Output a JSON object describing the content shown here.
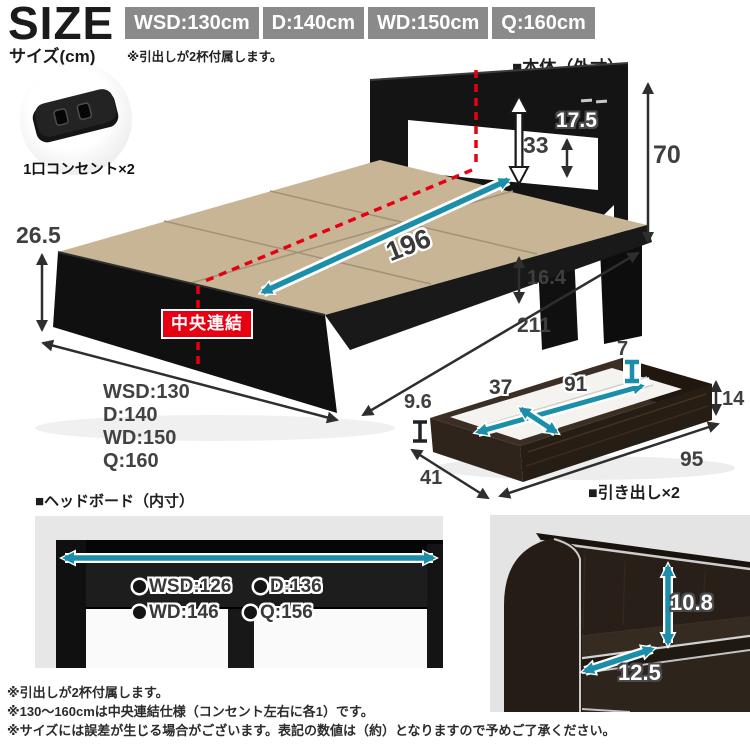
{
  "header": {
    "title": "SIZE",
    "subtitle": "サイズ(cm)",
    "badges": [
      "WSD:130cm",
      "D:140cm",
      "WD:150cm",
      "Q:160cm"
    ],
    "note": "※引出しが2杯付属します。"
  },
  "outlet": {
    "label": "1口コンセント×2"
  },
  "bed": {
    "section_label": "■本体（外寸）",
    "center_join": "中央連結",
    "dims": {
      "total_height": "70",
      "headboard_thickness": "17.5",
      "shelf_clearance": "33",
      "base_height": "26.5",
      "inner_length": "196",
      "under_clearance": "16.4",
      "outer_length": "211"
    },
    "width_options": [
      "WSD:130",
      "D:140",
      "WD:150",
      "Q:160"
    ]
  },
  "drawer": {
    "section_label": "■引き出し×2",
    "dims": {
      "rim_depth": "7",
      "inner_width": "37",
      "inner_length": "91",
      "front_lip": "9.6",
      "height": "14",
      "width": "41",
      "length": "95"
    }
  },
  "headboard": {
    "section_label": "■ヘッドボード（内寸）",
    "inner_widths": [
      "WSD:126",
      "D:136",
      "WD:146",
      "Q:156"
    ]
  },
  "shelf": {
    "dims": {
      "height": "10.8",
      "depth": "12.5"
    }
  },
  "footnotes": [
    "※引出しが2杯付属します。",
    "※130～160cmは中央連結仕様（コンセント左右に各1）です。",
    "※サイズには誤差が生じる場合がございます。表記の数値は（約）となりますので予めご了承ください。"
  ],
  "colors": {
    "accent_teal": "#1b8fa9",
    "accent_red": "#e60012",
    "badge_gray": "#8a8a8a",
    "platform_tan": "#c7b595",
    "wood_dark": "#2a211a"
  }
}
